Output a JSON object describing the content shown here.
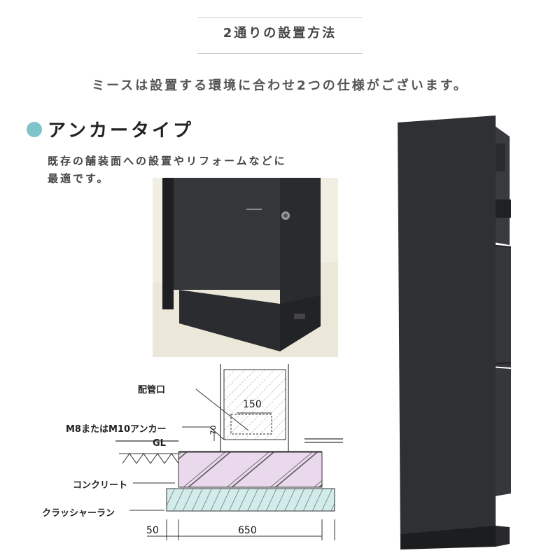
{
  "header": {
    "title": "2通りの設置方法",
    "subtitle": "ミースは設置する環境に合わせ2つの仕様がございます。"
  },
  "section": {
    "title": "アンカータイプ",
    "description_line1": "既存の舗装面への設置やリフォームなどに",
    "description_line2": "最適です。"
  },
  "diagram": {
    "label_pipe": "配管口",
    "label_anchor": "M8またはM10アンカー",
    "label_gl": "GL",
    "label_concrete": "コンクリート",
    "label_crusher": "クラッシャーラン",
    "dim_150": "150",
    "dim_70": "70",
    "dim_50": "50",
    "dim_650": "650"
  },
  "colors": {
    "accent_dot": "#7ec4c8",
    "product_body": "#2f3033",
    "concrete_fill": "#ead9ec",
    "crusher_fill": "#d2ecec"
  },
  "icons": {
    "section_marker": "circle-bullet-icon"
  }
}
